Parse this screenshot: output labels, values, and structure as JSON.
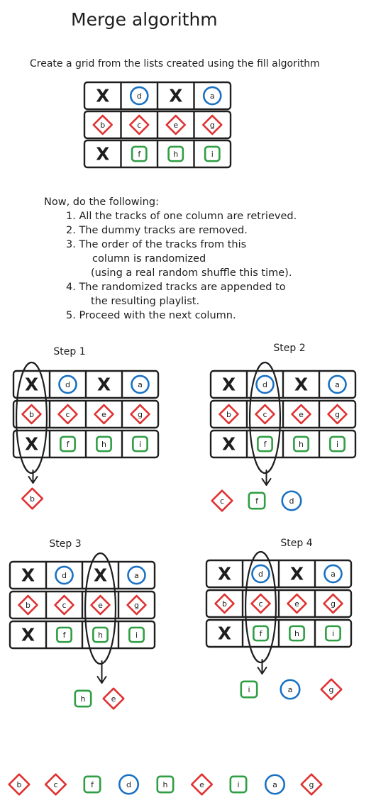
{
  "title": "Merge algorithm",
  "intro": "Create a grid from the lists created using the fill algorithm",
  "instructions": {
    "heading": "Now, do the following:",
    "steps": [
      [
        "1. All the tracks of one column are retrieved."
      ],
      [
        "2. The dummy tracks are removed."
      ],
      [
        "3. The order of the tracks from this",
        "column is randomized",
        "(using a real random shuffle this time)."
      ],
      [
        "4. The randomized tracks are appended to",
        "the resulting playlist."
      ],
      [
        "5. Proceed with the next column."
      ]
    ]
  },
  "colors": {
    "circle": "#1971c2",
    "diamond": "#e03131",
    "square": "#2f9e44",
    "ink": "#1e1e1e"
  },
  "dummy_label": "X",
  "grid": [
    [
      {
        "shape": "dummy",
        "label": "X"
      },
      {
        "shape": "circle",
        "label": "d"
      },
      {
        "shape": "dummy",
        "label": "X"
      },
      {
        "shape": "circle",
        "label": "a"
      }
    ],
    [
      {
        "shape": "diamond",
        "label": "b"
      },
      {
        "shape": "diamond",
        "label": "c"
      },
      {
        "shape": "diamond",
        "label": "e"
      },
      {
        "shape": "diamond",
        "label": "g"
      }
    ],
    [
      {
        "shape": "dummy",
        "label": "X"
      },
      {
        "shape": "square",
        "label": "f"
      },
      {
        "shape": "square",
        "label": "h"
      },
      {
        "shape": "square",
        "label": "i"
      }
    ]
  ],
  "step_panels": [
    {
      "label": "Step 1",
      "column": 1,
      "output": [
        {
          "shape": "diamond",
          "label": "b"
        }
      ]
    },
    {
      "label": "Step 2",
      "column": 2,
      "output": [
        {
          "shape": "diamond",
          "label": "c"
        },
        {
          "shape": "square",
          "label": "f"
        },
        {
          "shape": "circle",
          "label": "d"
        }
      ]
    },
    {
      "label": "Step 3",
      "column": 3,
      "output": [
        {
          "shape": "square",
          "label": "h"
        },
        {
          "shape": "diamond",
          "label": "e"
        }
      ]
    },
    {
      "label": "Step 4",
      "column": 2,
      "output": [
        {
          "shape": "square",
          "label": "i"
        },
        {
          "shape": "circle",
          "label": "a"
        },
        {
          "shape": "diamond",
          "label": "g"
        }
      ]
    }
  ],
  "final_playlist": [
    {
      "shape": "diamond",
      "label": "b"
    },
    {
      "shape": "diamond",
      "label": "c"
    },
    {
      "shape": "square",
      "label": "f"
    },
    {
      "shape": "circle",
      "label": "d"
    },
    {
      "shape": "square",
      "label": "h"
    },
    {
      "shape": "diamond",
      "label": "e"
    },
    {
      "shape": "square",
      "label": "i"
    },
    {
      "shape": "circle",
      "label": "a"
    },
    {
      "shape": "diamond",
      "label": "g"
    }
  ]
}
